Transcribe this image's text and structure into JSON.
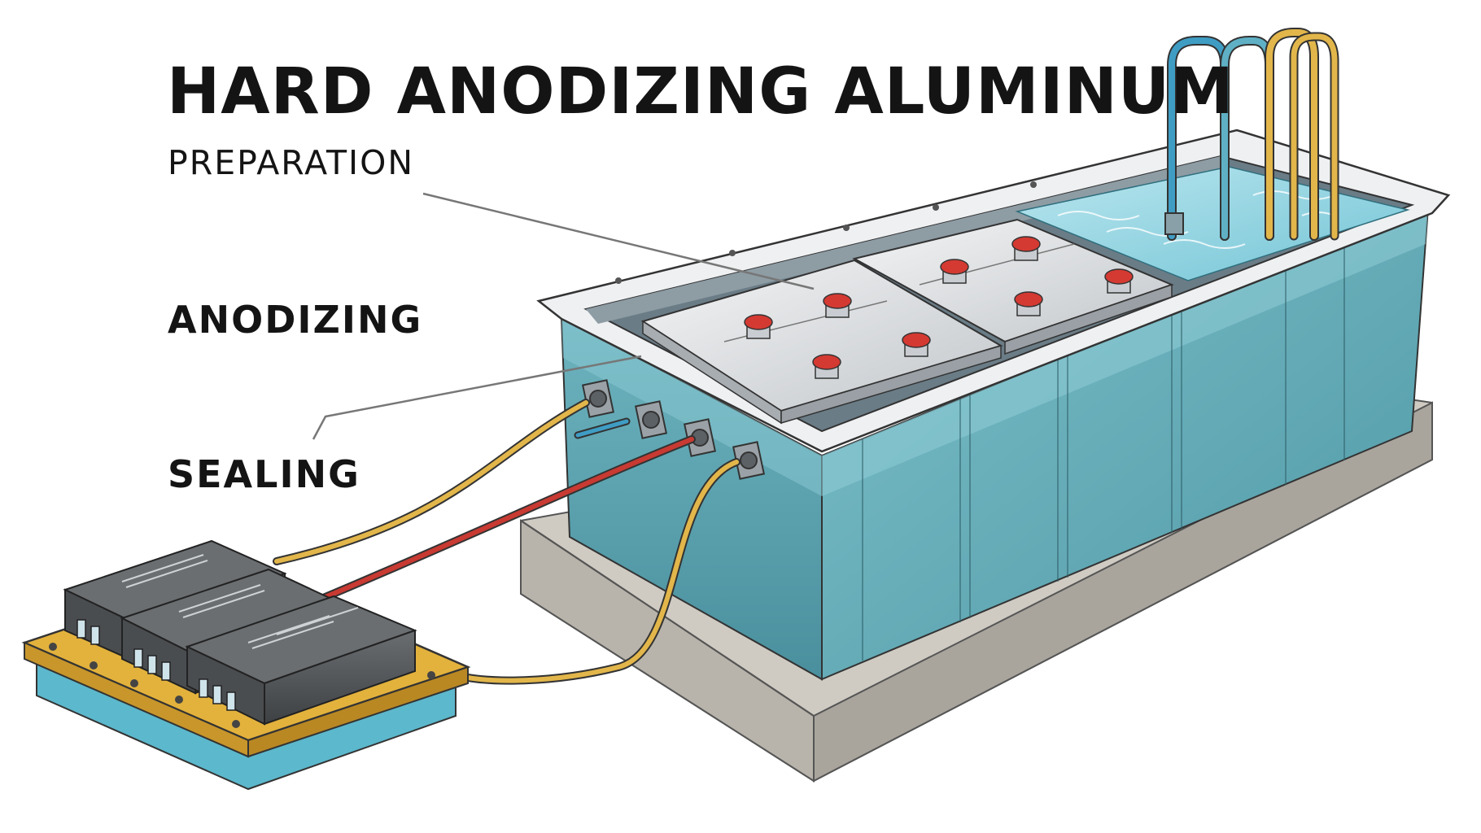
{
  "title": "HARD ANODIZING ALUMINUM",
  "steps": [
    {
      "label": "PREPARATION"
    },
    {
      "label": "ANODIZING"
    },
    {
      "label": "SEALING"
    }
  ],
  "colors": {
    "tank_water": "#5fa9b4",
    "tank_rim": "#eef0f2",
    "concrete_base": "#c9c6bf",
    "cable_yellow": "#e2b64a",
    "cable_red": "#c83a32",
    "cable_blue": "#3f9dc4",
    "cap_red": "#d43a32",
    "pallet_yellow": "#e3b23c",
    "pallet_blue": "#5cb8cc",
    "rectifier_dark": "#4f5356"
  }
}
